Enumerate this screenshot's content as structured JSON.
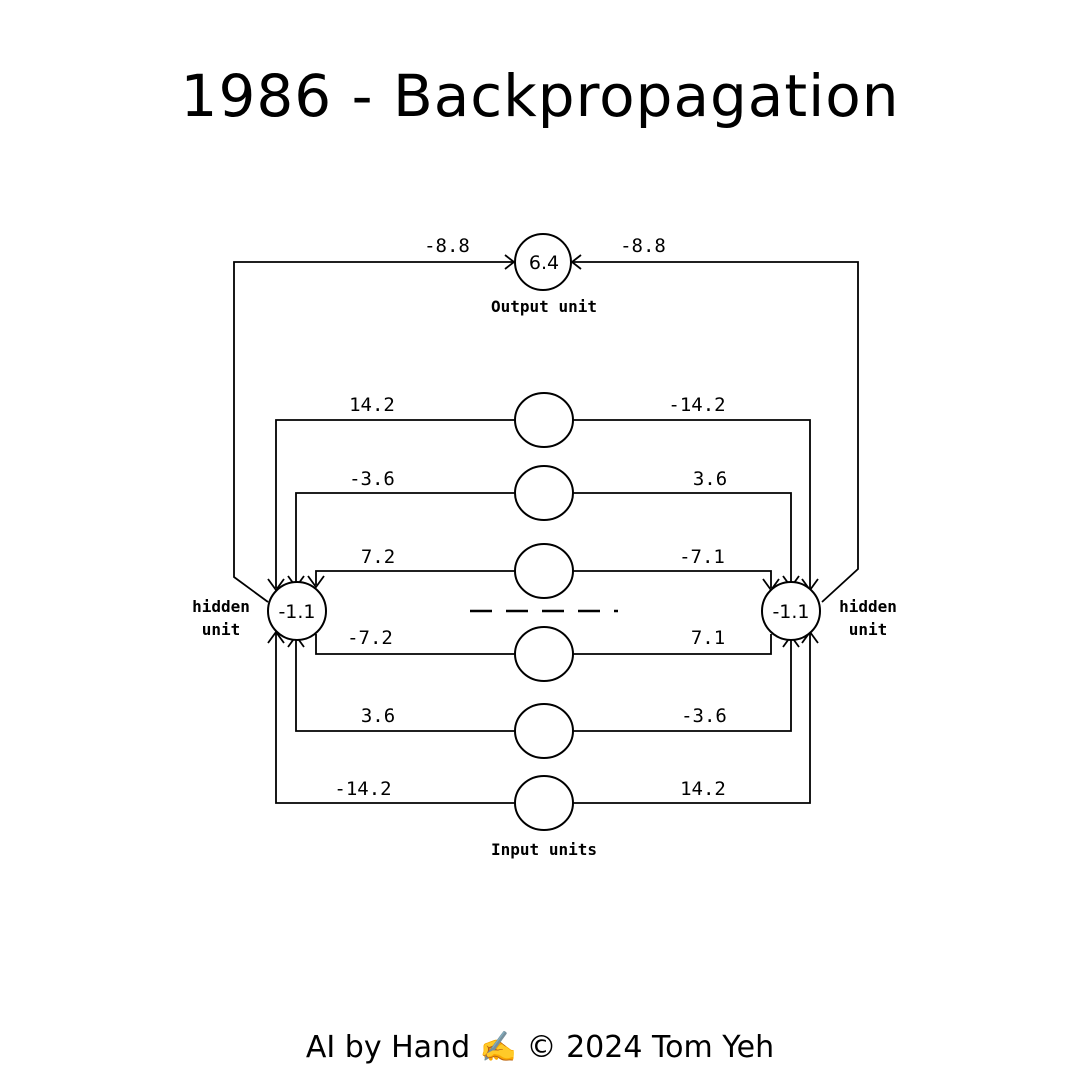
{
  "title": "1986 - Backpropagation",
  "footer": "AI by Hand ✍️ ©  2024 Tom Yeh",
  "output_unit": {
    "label": "Output unit",
    "bias": "6.4",
    "weight_left": "-8.8",
    "weight_right": "-8.8"
  },
  "hidden_left": {
    "label_line1": "hidden",
    "label_line2": "unit",
    "bias": "-1.1"
  },
  "hidden_right": {
    "label_line1": "hidden",
    "label_line2": "unit",
    "bias": "-1.1"
  },
  "input_label": "Input units",
  "input_weights": [
    {
      "left": "14.2",
      "right": "-14.2"
    },
    {
      "left": "-3.6",
      "right": "3.6"
    },
    {
      "left": "7.2",
      "right": "-7.1"
    },
    {
      "left": "-7.2",
      "right": "7.1"
    },
    {
      "left": "3.6",
      "right": "-3.6"
    },
    {
      "left": "-14.2",
      "right": "14.2"
    }
  ],
  "colors": {
    "stroke": "#000000",
    "background": "#ffffff"
  }
}
